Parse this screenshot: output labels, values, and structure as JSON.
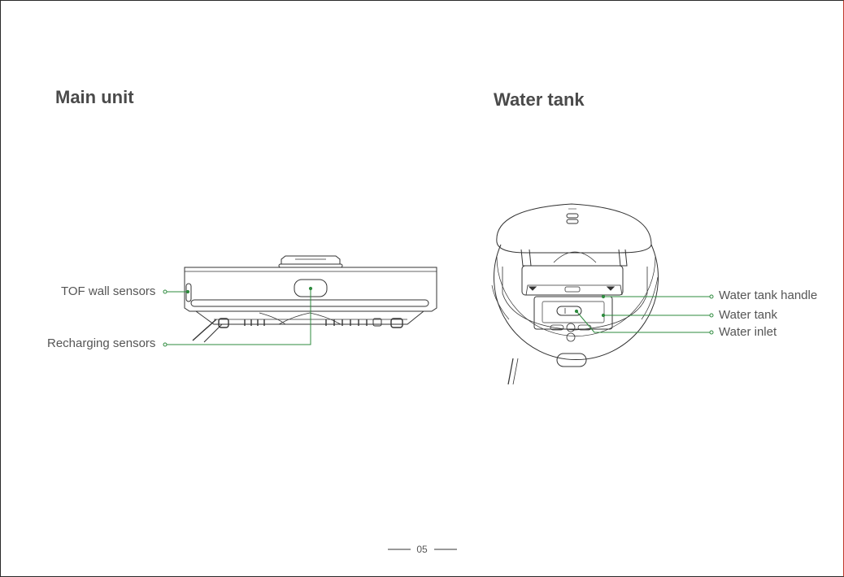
{
  "sections": {
    "main_unit_title": "Main unit",
    "water_tank_title": "Water tank"
  },
  "main_unit_labels": {
    "tof": "TOF wall sensors",
    "recharging": "Recharging sensors"
  },
  "water_tank_labels": {
    "handle": "Water tank handle",
    "tank": "Water tank",
    "inlet": "Water inlet"
  },
  "page_number": "05",
  "colors": {
    "callout": "#2e8b3e",
    "line_art": "#333333"
  }
}
